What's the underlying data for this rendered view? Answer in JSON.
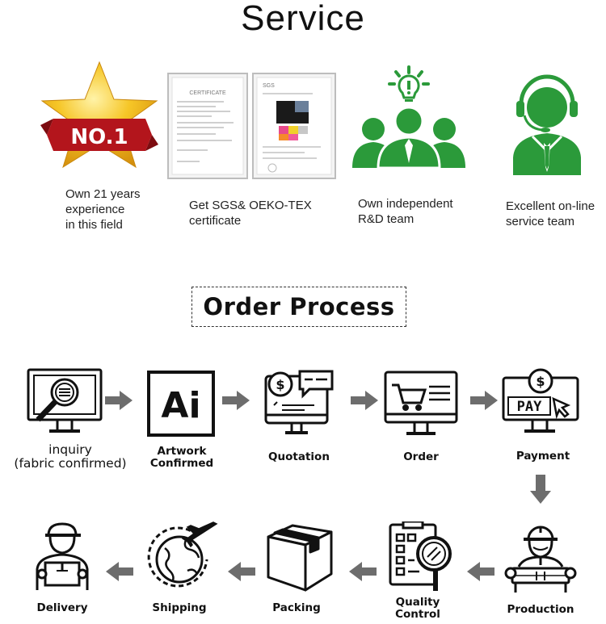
{
  "header": {
    "title": "Service"
  },
  "services": [
    {
      "icon": "no1-star-icon",
      "badge": "NO.1",
      "lines": [
        "Own 21 years",
        "experience",
        "in this field"
      ]
    },
    {
      "icon": "certificate-icon",
      "cert_headers": [
        "CERTIFICATE",
        "SGS"
      ],
      "lines": [
        "Get SGS& OEKO-TEX",
        "certificate"
      ]
    },
    {
      "icon": "team-idea-icon",
      "lines": [
        "Own independent",
        "R&D team"
      ]
    },
    {
      "icon": "headset-agent-icon",
      "lines": [
        "Excellent on-line",
        "service team"
      ]
    }
  ],
  "order_process": {
    "title": "Order Process",
    "ai_text": "Ai",
    "pay_text": "PAY",
    "steps": [
      {
        "icon": "inquiry-monitor-icon",
        "lines": [
          "inquiry",
          "(fabric confirmed)"
        ]
      },
      {
        "icon": "artwork-ai-icon",
        "lines": [
          "Artwork",
          "Confirmed"
        ]
      },
      {
        "icon": "quotation-icon",
        "lines": [
          "Quotation"
        ]
      },
      {
        "icon": "order-cart-icon",
        "lines": [
          "Order"
        ]
      },
      {
        "icon": "payment-icon",
        "lines": [
          "Payment"
        ]
      },
      {
        "icon": "production-worker-icon",
        "lines": [
          "Production"
        ]
      },
      {
        "icon": "quality-control-icon",
        "lines": [
          "Quality",
          "Control"
        ]
      },
      {
        "icon": "packing-box-icon",
        "lines": [
          "Packing"
        ]
      },
      {
        "icon": "shipping-globe-plane-icon",
        "lines": [
          "Shipping"
        ]
      },
      {
        "icon": "delivery-man-icon",
        "lines": [
          "Delivery"
        ]
      }
    ]
  },
  "colors": {
    "green": "#2b9a3a",
    "gold": "#f2b91c",
    "red": "#b3151c",
    "arrow": "#6d6d6d",
    "ink": "#111111"
  }
}
